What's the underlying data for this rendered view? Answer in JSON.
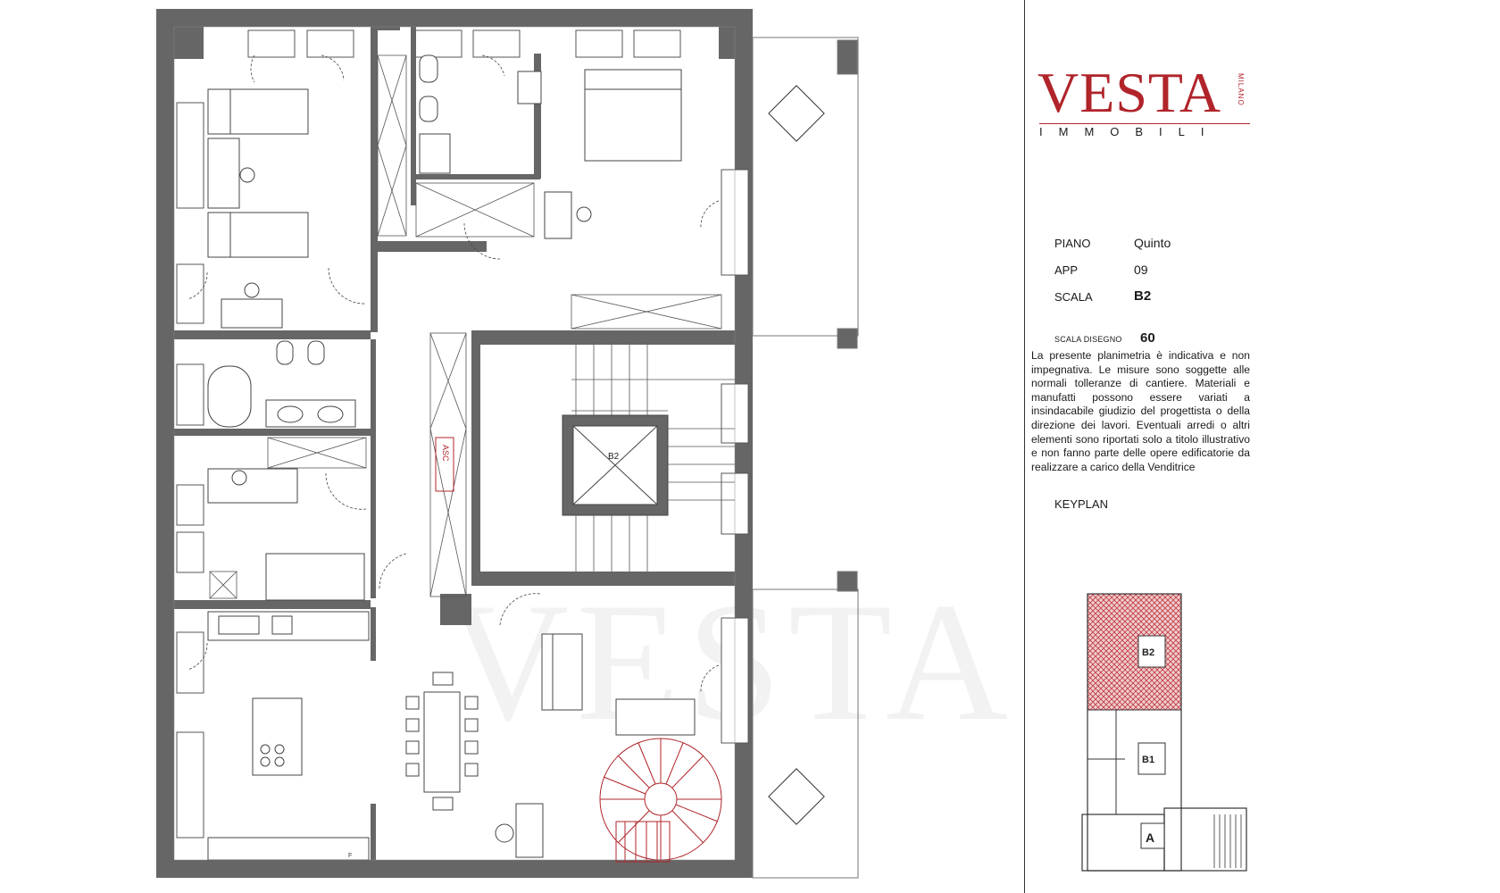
{
  "brand": {
    "name": "VESTA",
    "city": "MILANO",
    "subtitle": "IMMOBILI",
    "accent_color": "#b0242a"
  },
  "info": {
    "piano_label": "PIANO",
    "piano_value": "Quinto",
    "app_label": "APP",
    "app_value": "09",
    "scala_label": "SCALA",
    "scala_value": "B2",
    "scala_disegno_label": "SCALA DISEGNO",
    "scala_disegno_value": "60"
  },
  "disclaimer": "La presente planimetria è indicativa e non impegnativa. Le misure sono soggette alle normali tolleranze di cantiere. Materiali e manufatti possono essere variati a insindacabile giudizio del progettista o della direzione dei lavori. Eventuali arredi o altri elementi sono riportati solo a titolo illustrativo e non fanno parte delle opere edificatorie da realizzare a carico della Venditrice",
  "keyplan": {
    "label": "KEYPLAN",
    "stair_labels": [
      "B2",
      "B1",
      "A"
    ],
    "highlight_color": "#c0393f"
  },
  "plan": {
    "watermark": "VESTA",
    "stair_label": "B2",
    "elevator_label": "ASC",
    "fridge_label": "F",
    "wall_color": "#666666",
    "spiral_color": "#b0242a"
  }
}
